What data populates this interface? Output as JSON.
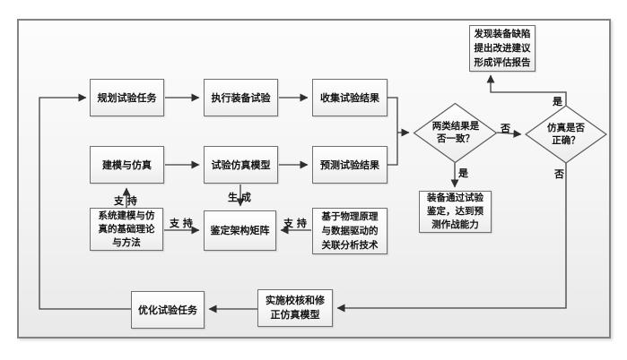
{
  "diagram": {
    "boxes": {
      "plan_test_task": {
        "label": "规划试验任务"
      },
      "execute_equipment_test": {
        "label": "执行装备试验"
      },
      "collect_test_results": {
        "label": "收集试验结果"
      },
      "modeling_simulation": {
        "label": "建模与仿真"
      },
      "test_simulation_model": {
        "label": "试验仿真模型"
      },
      "predict_test_results": {
        "label": "预测试验结果"
      },
      "defect_report": {
        "lines": [
          "发现装备缺陷",
          "提出改进建议",
          "形成评估报告"
        ]
      },
      "theory_methods": {
        "lines": [
          "系统建模与仿",
          "真的基础理论",
          "与方法"
        ]
      },
      "appraisal_matrix": {
        "label": "鉴定架构矩阵"
      },
      "correlation_tech": {
        "lines": [
          "基于物理原理",
          "与数据驱动的",
          "关联分析技术"
        ]
      },
      "pass_appraisal": {
        "lines": [
          "装备通过试验",
          "鉴定，达到预",
          "测作战能力"
        ]
      },
      "optimize_test_task": {
        "label": "优化试验任务"
      },
      "verify_correct_model": {
        "lines": [
          "实施校核和修",
          "正仿真模型"
        ]
      }
    },
    "decisions": {
      "results_consistent": {
        "lines": [
          "两类结果是",
          "否一致？"
        ]
      },
      "simulation_correct": {
        "lines": [
          "仿真是否",
          "正确？"
        ]
      }
    },
    "edge_labels": {
      "support_1": "支 持",
      "support_2": "支 持",
      "support_3": "支 持",
      "generate": "生 成",
      "yes_1": "是",
      "no_1": "否",
      "yes_2": "是",
      "no_2": "否"
    },
    "colors": {
      "line": "#3d3d3d",
      "box_border": "#6f6f6f",
      "frame_border": "#828282"
    }
  }
}
